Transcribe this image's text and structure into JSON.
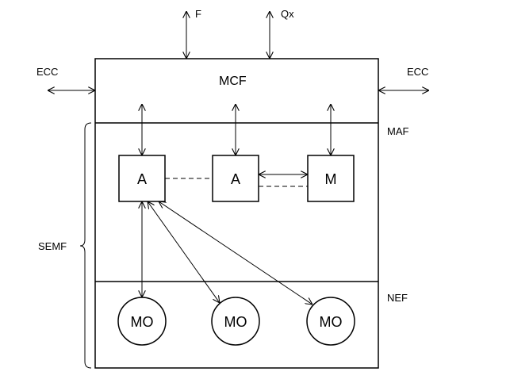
{
  "diagram": {
    "external": {
      "f": "F",
      "qx": "Qx",
      "ecc_left": "ECC",
      "ecc_right": "ECC"
    },
    "layers": {
      "mcf": "MCF",
      "maf": "MAF",
      "nef": "NEF",
      "semf": "SEMF"
    },
    "boxes": {
      "agent_1": "A",
      "agent_2": "A",
      "manager": "M"
    },
    "managed_objects": [
      "MO",
      "MO",
      "MO"
    ]
  },
  "colors": {
    "line": "#000000",
    "background": "#ffffff"
  }
}
